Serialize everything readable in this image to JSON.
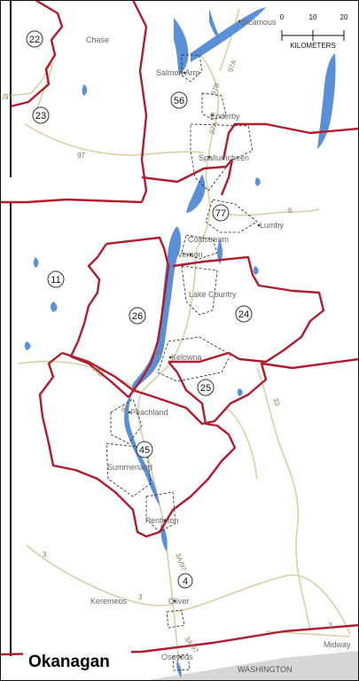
{
  "title": "Okanagan",
  "country_label": "WASHINGTON",
  "scale": {
    "ticks": [
      "0",
      "10",
      "20"
    ],
    "unit": "KILOMETERS"
  },
  "colors": {
    "boundary": "#b01c2e",
    "water": "#5b8fd6",
    "road": "#d8cfa8",
    "district": "#222222"
  },
  "places": [
    {
      "id": "sicamous",
      "label": "Sicamous"
    },
    {
      "id": "chase",
      "label": "Chase"
    },
    {
      "id": "salmon-arm",
      "label": "Salmon Arm"
    },
    {
      "id": "enderby",
      "label": "Enderby"
    },
    {
      "id": "spallumcheen",
      "label": "Spallumcheen"
    },
    {
      "id": "lumby",
      "label": "Lumby"
    },
    {
      "id": "coldstream",
      "label": "Coldstream"
    },
    {
      "id": "vernon",
      "label": "Vernon"
    },
    {
      "id": "lake-country",
      "label": "Lake Country"
    },
    {
      "id": "kelowna",
      "label": "Kelowna"
    },
    {
      "id": "peachland",
      "label": "Peachland"
    },
    {
      "id": "summerland",
      "label": "Summerland"
    },
    {
      "id": "penticton",
      "label": "Penticton"
    },
    {
      "id": "keremeos",
      "label": "Keremeos"
    },
    {
      "id": "oliver",
      "label": "Oliver"
    },
    {
      "id": "osoyoos",
      "label": "Osoyoos"
    },
    {
      "id": "midway",
      "label": "Midway"
    }
  ],
  "regions": [
    {
      "id": "r22",
      "label": "22"
    },
    {
      "id": "r23",
      "label": "23"
    },
    {
      "id": "r56",
      "label": "56"
    },
    {
      "id": "r77",
      "label": "77"
    },
    {
      "id": "r11",
      "label": "11"
    },
    {
      "id": "r26",
      "label": "26"
    },
    {
      "id": "r24",
      "label": "24"
    },
    {
      "id": "r25",
      "label": "25"
    },
    {
      "id": "r45",
      "label": "45"
    },
    {
      "id": "r4",
      "label": "4"
    }
  ],
  "roads": [
    {
      "id": "hwy97-west",
      "label": "/97"
    },
    {
      "id": "hwy97-mid",
      "label": "97"
    },
    {
      "id": "hwy97b",
      "label": "97B"
    },
    {
      "id": "hwy97a",
      "label": "97A"
    },
    {
      "id": "hwy97a-2",
      "label": "97A"
    },
    {
      "id": "hwy6",
      "label": "6"
    },
    {
      "id": "hwy97-kel",
      "label": "97"
    },
    {
      "id": "hwy97c",
      "label": "97C"
    },
    {
      "id": "hwy97-pch",
      "label": "97"
    },
    {
      "id": "hwy33",
      "label": "33"
    },
    {
      "id": "hwy3-west",
      "label": "3"
    },
    {
      "id": "hwy3-ker",
      "label": "3"
    },
    {
      "id": "hwy3-east",
      "label": "3"
    },
    {
      "id": "hwy3a97",
      "label": "3A/97"
    },
    {
      "id": "hwy3a97-2",
      "label": "3A/97"
    }
  ]
}
